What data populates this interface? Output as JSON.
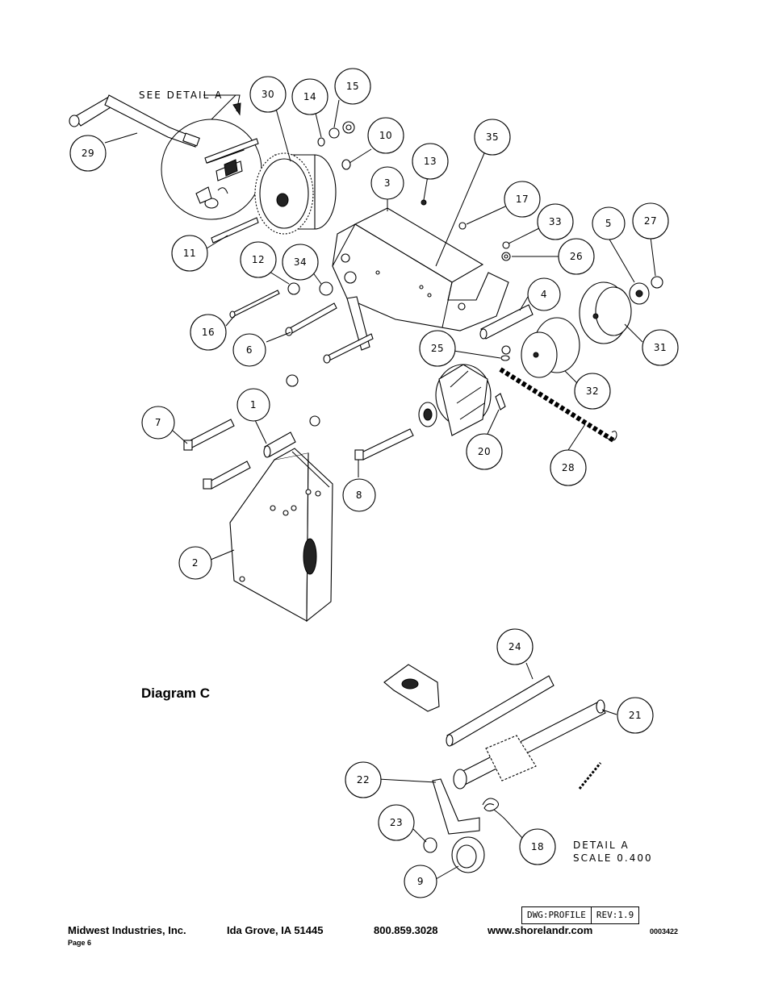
{
  "diagram": {
    "label": "Diagram C",
    "notes": {
      "see_detail": "SEE DETAIL  A",
      "detail_title": "DETAIL  A",
      "detail_scale": "SCALE  0.400"
    },
    "callouts": [
      "29",
      "30",
      "14",
      "15",
      "10",
      "13",
      "35",
      "3",
      "17",
      "33",
      "5",
      "27",
      "26",
      "11",
      "12",
      "34",
      "4",
      "31",
      "16",
      "6",
      "25",
      "32",
      "7",
      "1",
      "20",
      "28",
      "8",
      "2",
      "24",
      "21",
      "22",
      "23",
      "18",
      "9"
    ]
  },
  "title_block": {
    "dwg": "DWG:PROFILE",
    "rev": "REV:1.9"
  },
  "footer": {
    "company": "Midwest Industries, Inc.",
    "location": "Ida Grove, IA  51445",
    "phone": "800.859.3028",
    "website": "www.shorelandr.com",
    "page": "Page 6",
    "doc_number": "0003422"
  }
}
